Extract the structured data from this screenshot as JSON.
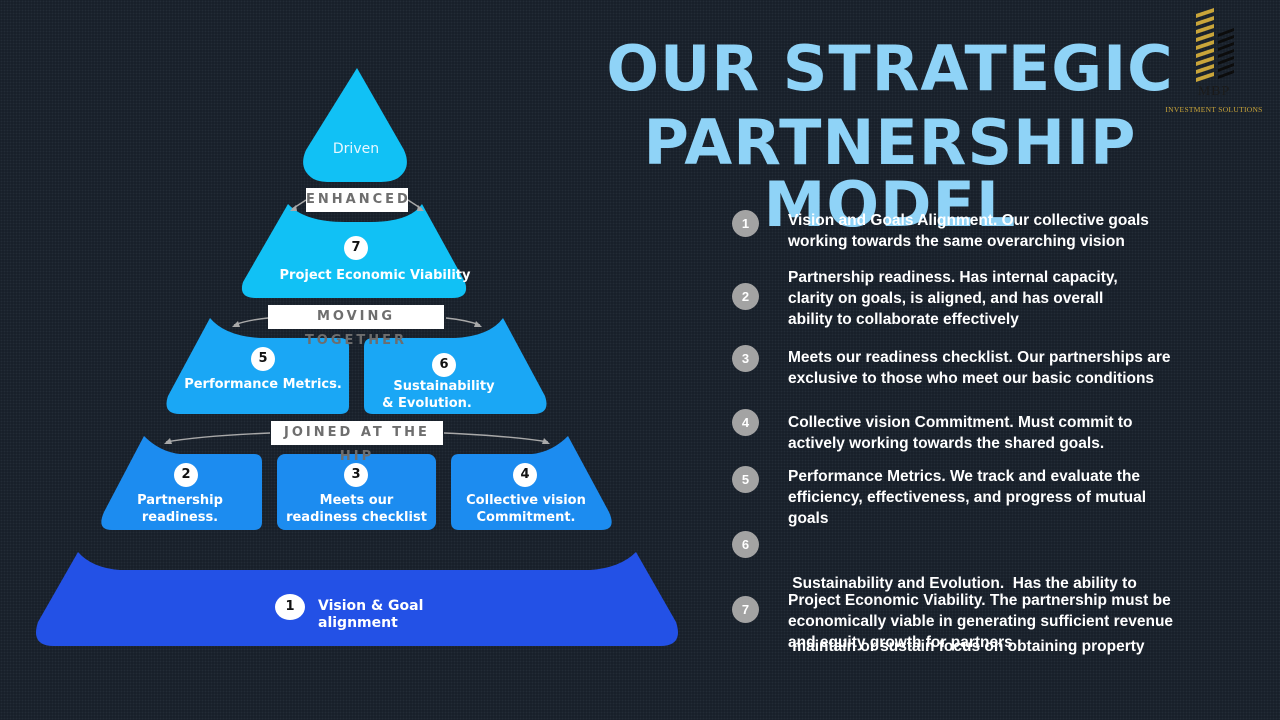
{
  "title": {
    "line1": "OUR STRATEGIC",
    "line2": "PARTNERSHIP MODEL",
    "color": "#8fd3f7"
  },
  "logo": {
    "name": "MBP",
    "tagline": "INVESTMENT SOLUTIONS",
    "icon": "building-chevrons-icon",
    "colors": {
      "gold": "#c9a53a",
      "dark": "#1b1b1b"
    }
  },
  "pyramid": {
    "colors": {
      "top": "#11c1f5",
      "tier2": "#11c1f5",
      "tier3": "#1aa7f5",
      "tier4": "#1c8cf0",
      "base": "#2351e6"
    },
    "apex": {
      "label": "Driven"
    },
    "bands": [
      {
        "label": "ENHANCED"
      },
      {
        "label": "MOVING TOGETHER"
      },
      {
        "label": "JOINED AT THE HIP"
      }
    ],
    "tier_top": [
      {
        "number": "7",
        "label": "Project Economic Viability"
      }
    ],
    "tier_middle": [
      {
        "number": "5",
        "label": "Performance Metrics."
      },
      {
        "number": "6",
        "label_line1": "Sustainability",
        "label_line2": "& Evolution."
      }
    ],
    "tier_lower": [
      {
        "number": "2",
        "label_line1": "Partnership",
        "label_line2": "readiness."
      },
      {
        "number": "3",
        "label_line1": "Meets our",
        "label_line2": "readiness checklist"
      },
      {
        "number": "4",
        "label_line1": "Collective vision",
        "label_line2": "Commitment."
      }
    ],
    "base": {
      "number": "1",
      "label": "Vision & Goal alignment"
    }
  },
  "list": [
    {
      "number": "1",
      "lines": [
        "Vision and Goals Alignment. Our collective goals",
        "working towards the same overarching vision"
      ]
    },
    {
      "number": "2",
      "lines": [
        "Partnership readiness.  Has internal capacity,",
        "clarity on goals, is aligned, and has overall",
        "ability to collaborate effectively"
      ]
    },
    {
      "number": "3",
      "lines": [
        "Meets our readiness checklist.  Our partnerships are",
        "exclusive to those who meet our basic conditions"
      ]
    },
    {
      "number": "4",
      "lines": [
        "Collective vision Commitment. Must commit to",
        "actively working towards the shared goals."
      ]
    },
    {
      "number": "5",
      "lines": [
        "Performance Metrics.  We track and evaluate the",
        "efficiency, effectiveness,  and progress of mutual",
        "goals"
      ]
    },
    {
      "number": "6",
      "lines": [
        " Sustainability and Evolution.  Has the ability to",
        " maintain or sustain focus on obtaining property"
      ]
    },
    {
      "number": "7",
      "lines": [
        "Project Economic Viability. The partnership must be",
        "economically viable in generating sufficient revenue",
        "and equity growth for partners"
      ]
    }
  ]
}
